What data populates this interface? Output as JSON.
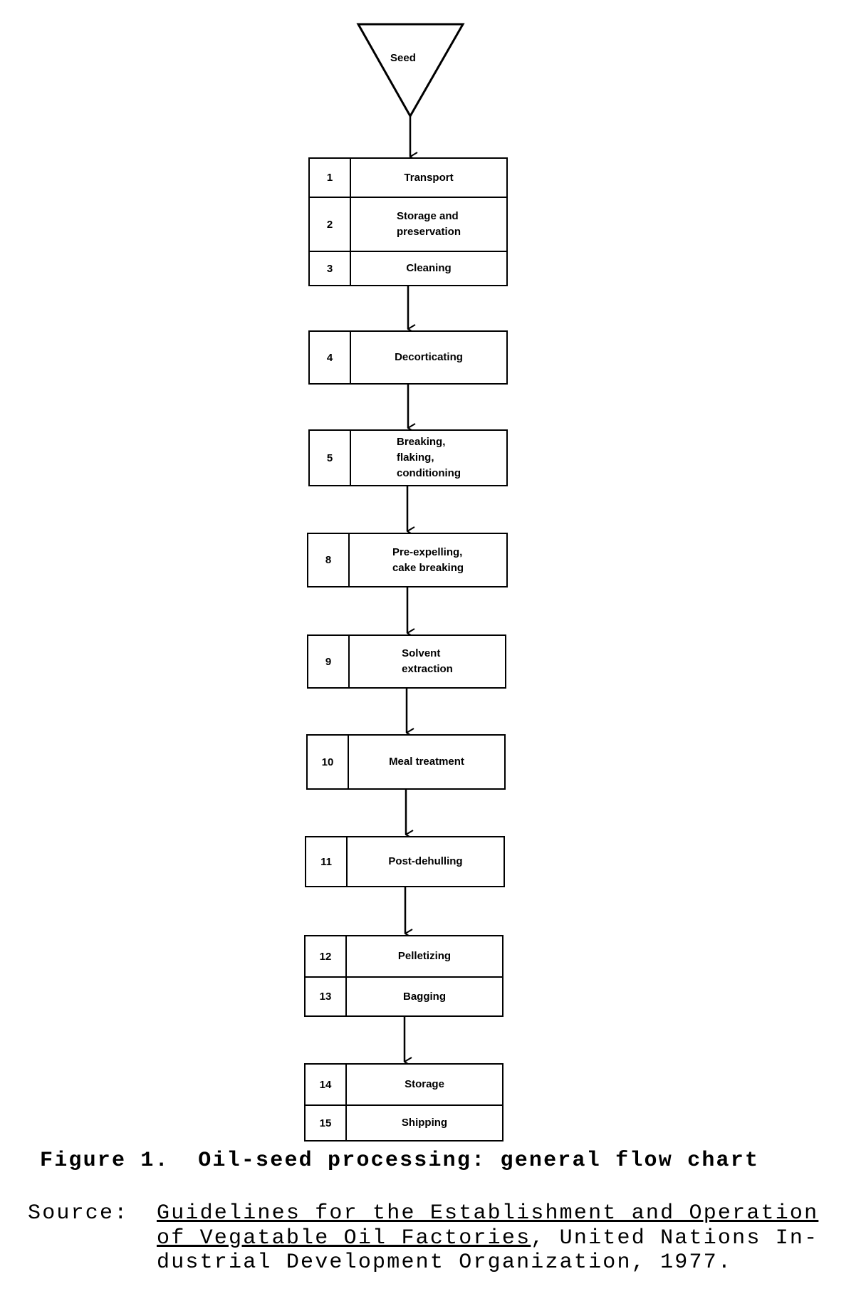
{
  "diagram": {
    "start": "Seed",
    "steps": [
      {
        "num": "1",
        "label": "Transport"
      },
      {
        "num": "2",
        "label": "Storage and\npreservation"
      },
      {
        "num": "3",
        "label": "Cleaning"
      },
      {
        "num": "4",
        "label": "Decorticating"
      },
      {
        "num": "5",
        "label": "Breaking,\nflaking,\nconditioning"
      },
      {
        "num": "8",
        "label": "Pre-expelling,\ncake breaking"
      },
      {
        "num": "9",
        "label": "Solvent\nextraction"
      },
      {
        "num": "10",
        "label": "Meal treatment"
      },
      {
        "num": "11",
        "label": "Post-dehulling"
      },
      {
        "num": "12",
        "label": "Pelletizing"
      },
      {
        "num": "13",
        "label": "Bagging"
      },
      {
        "num": "14",
        "label": "Storage"
      },
      {
        "num": "15",
        "label": "Shipping"
      }
    ]
  },
  "caption": {
    "figure": "Figure 1.  Oil-seed processing: general flow chart",
    "source_label": "Source:",
    "source_title_1": "Guidelines for the Establishment and Operation",
    "source_title_2": "of Vegatable Oil Factories",
    "source_rest_2": ", United Nations In-",
    "source_line_3": "dustrial Development Organization, 1977."
  }
}
